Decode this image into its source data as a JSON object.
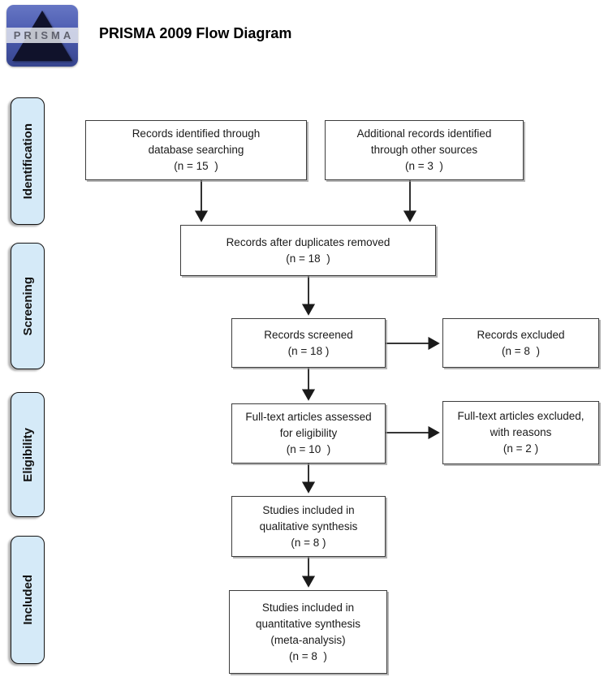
{
  "header": {
    "logo_text": "PRISMA",
    "title": "PRISMA 2009 Flow Diagram"
  },
  "sidebar": {
    "stages": [
      {
        "label": "Identification"
      },
      {
        "label": "Screening"
      },
      {
        "label": "Eligibility"
      },
      {
        "label": "Included"
      }
    ]
  },
  "flow": {
    "records_identified": {
      "text": "Records identified through\ndatabase searching\n(n = 15  )"
    },
    "additional_records": {
      "text": "Additional records identified\nthrough other sources\n(n = 3  )"
    },
    "duplicates_removed": {
      "text": "Records after duplicates removed\n(n = 18  )"
    },
    "records_screened": {
      "text": "Records screened\n(n = 18 )"
    },
    "records_excluded": {
      "text": "Records excluded\n(n = 8  )"
    },
    "fulltext_assessed": {
      "text": "Full-text articles assessed\nfor eligibility\n(n = 10  )"
    },
    "fulltext_excluded": {
      "text": "Full-text articles excluded,\nwith reasons\n(n = 2 )"
    },
    "qualitative_synthesis": {
      "text": "Studies included in\nqualitative synthesis\n(n = 8 )"
    },
    "quantitative_synthesis": {
      "text": "Studies included in\nquantitative synthesis\n(meta-analysis)\n(n = 8  )"
    }
  },
  "colors": {
    "stage_fill": "#d5eaf8",
    "box_border": "#3c3c3c",
    "arrow": "#1a1a1a",
    "logo_blue": "#4c5cb0",
    "pyramid": "#10122b"
  }
}
